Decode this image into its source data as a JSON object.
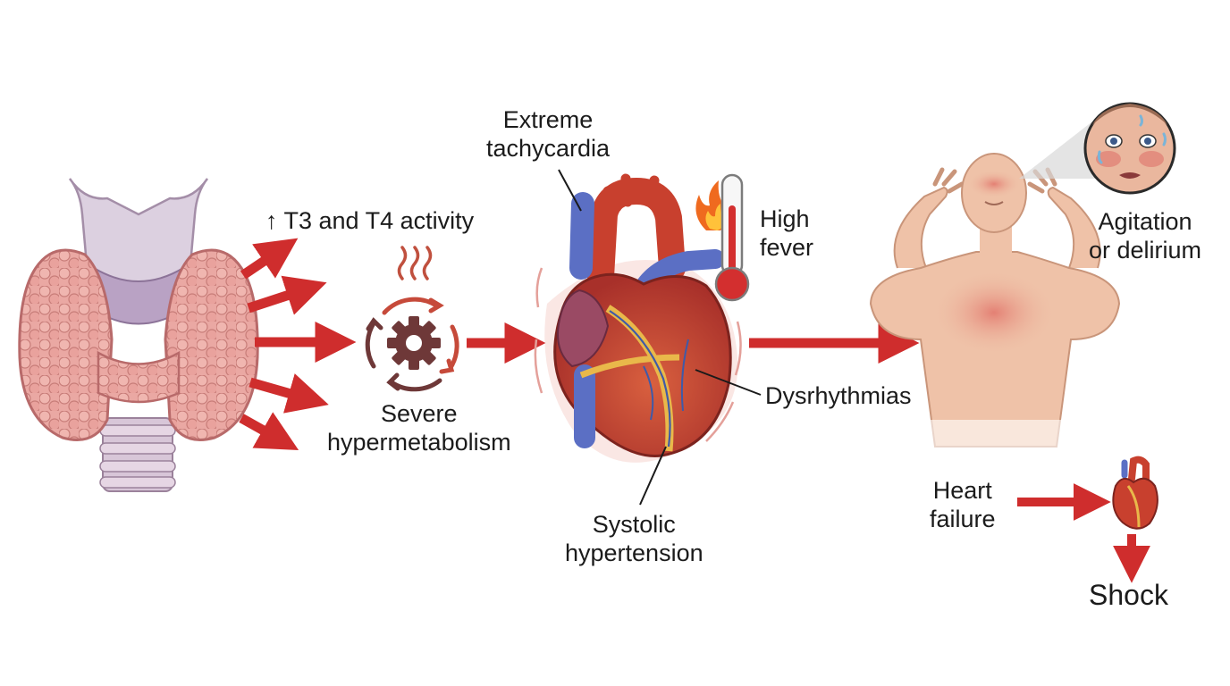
{
  "labels": {
    "t3t4": "↑ T3 and T4 activity",
    "hypermetabolism": [
      "Severe",
      "hypermetabolism"
    ],
    "tachycardia": [
      "Extreme",
      "tachycardia"
    ],
    "fever": [
      "High",
      "fever"
    ],
    "dysrhythmias": "Dysrhythmias",
    "hypertension": [
      "Systolic",
      "hypertension"
    ],
    "agitation": [
      "Agitation",
      "or delirium"
    ],
    "heart_failure": [
      "Heart",
      "failure"
    ],
    "shock": "Shock"
  },
  "colors": {
    "arrow": "#cf2d2d",
    "thyroid": "#e8a3a0",
    "thyroid_outline": "#b86a6a",
    "cartilage": "#dcd0e0",
    "heart_red": "#c8402e",
    "vein_blue": "#5b6fc4",
    "skin": "#efc2a8",
    "gear": "#6e3838"
  },
  "icons": [
    "thyroid-gland",
    "gear-icon",
    "heat-waves-icon",
    "heart-anatomy",
    "flame-icon",
    "thermometer-icon",
    "human-torso",
    "face-closeup",
    "small-heart"
  ]
}
